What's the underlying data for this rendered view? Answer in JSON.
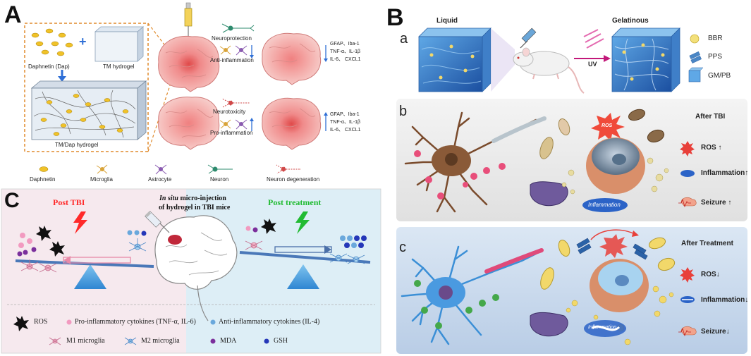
{
  "panel_a": {
    "letter": "A",
    "dap_label": "Daphnetin  (Dap)",
    "tm_label": "TM hydrogel",
    "combo_label": "TM/Dap hydrogel",
    "neuroprotection": "Neuroprotection",
    "anti_inflammation": "Anti-inflammation",
    "neurotoxicity": "Neurotoxicity",
    "pro_inflammation": "Pro-inflammation",
    "markers_top": [
      "GFAP、Iba-1",
      "TNF-α、IL-1β",
      "IL-6、 CXCL1"
    ],
    "markers_bottom": [
      "GFAP、Iba-1",
      "TNF-α、IL-1β",
      "IL-6、 CXCL1"
    ],
    "legend": [
      "Daphnetin",
      "Microglia",
      "Astrocyte",
      "Neuron",
      "Neuron degeneration"
    ]
  },
  "panel_b": {
    "letter": "B",
    "sub_a": "a",
    "sub_b": "b",
    "sub_c": "c",
    "liquid": "Liquid",
    "gelatinous": "Gelatinous",
    "uv": "UV",
    "legend": [
      "BBR",
      "PPS",
      "GM/PB"
    ],
    "after_tbi": "After TBI",
    "after_treatment": "After Treatment",
    "ros": "ROS",
    "tbi_items": [
      "ROS ↑",
      "Inflammation↑",
      "Seizure ↑"
    ],
    "treat_items": [
      "ROS↓",
      "Inflammation↓",
      "Seizure↓"
    ],
    "inflammation_blob": "Inflammation",
    "inflammation_blob_c": "Inflammation"
  },
  "panel_c": {
    "letter": "C",
    "post_tbi": "Post TBI",
    "injection_line1": "In situ",
    "injection_line1b": " micro-injection",
    "injection_line2": "of hydrogel in TBI mice",
    "post_treatment": "Post treatment",
    "legend_ros": "ROS",
    "legend_pro": "Pro-inflammatory cytokines (TNF-α, IL-6)",
    "legend_anti": "Anti-inflammatory cytokines (IL-4)",
    "legend_m1": "M1 microglia",
    "legend_m2": "M2 microglia",
    "legend_mda": "MDA",
    "legend_gsh": "GSH"
  },
  "colors": {
    "panel_c_bg_left": "#f6e9ee",
    "panel_c_bg_right": "#ddeef6",
    "post_tbi": "#ff2a2a",
    "post_treatment": "#22bb33",
    "dashed_border": "#e08a2c",
    "inflammation_blob": "#2b63c7"
  }
}
